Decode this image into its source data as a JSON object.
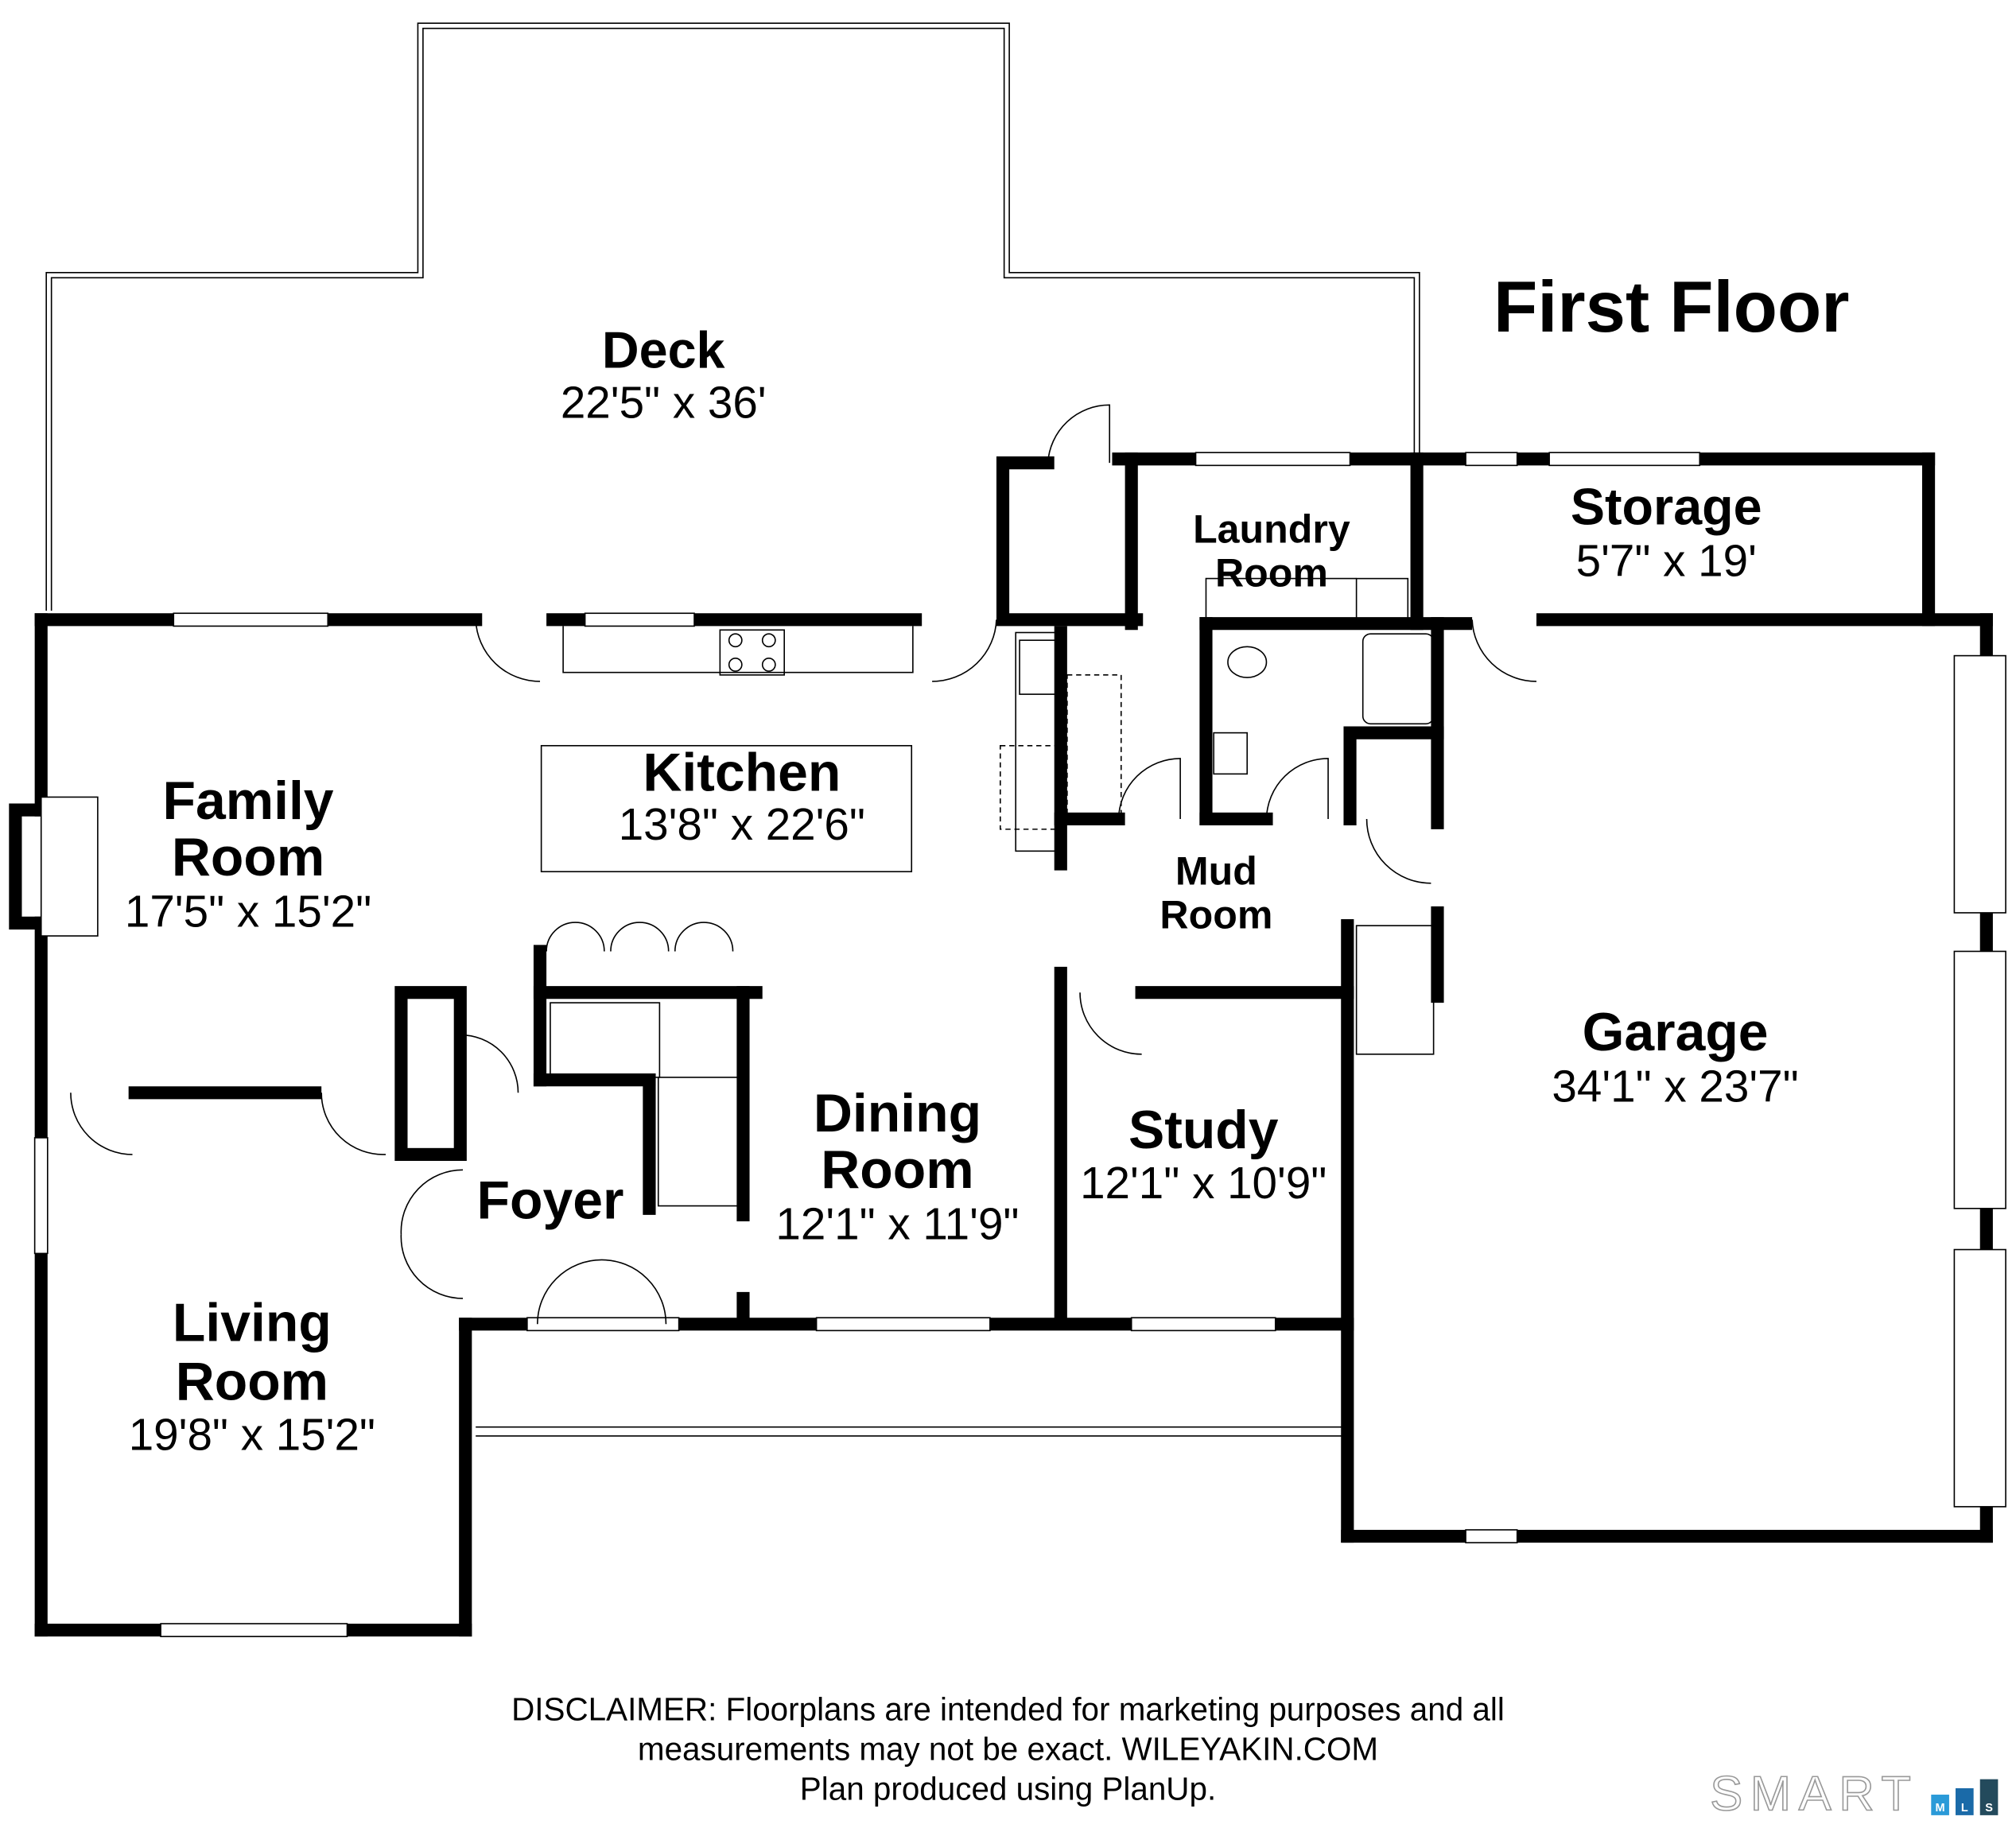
{
  "title": "First Floor",
  "rooms": {
    "deck": {
      "name": "Deck",
      "dims": "22'5\" x 36'"
    },
    "laundry": {
      "name1": "Laundry",
      "name2": "Room"
    },
    "storage": {
      "name": "Storage",
      "dims": "5'7\" x 19'"
    },
    "kitchen": {
      "name": "Kitchen",
      "dims": "13'8\" x 22'6\""
    },
    "family": {
      "name1": "Family",
      "name2": "Room",
      "dims": "17'5\" x 15'2\""
    },
    "mud": {
      "name1": "Mud",
      "name2": "Room"
    },
    "garage": {
      "name": "Garage",
      "dims": "34'1\" x 23'7\""
    },
    "dining": {
      "name1": "Dining",
      "name2": "Room",
      "dims": "12'1\" x 11'9\""
    },
    "study": {
      "name": "Study",
      "dims": "12'1\" x 10'9\""
    },
    "foyer": {
      "name": "Foyer"
    },
    "living": {
      "name1": "Living",
      "name2": "Room",
      "dims": "19'8\" x 15'2\""
    }
  },
  "disclaimer": {
    "line1": "DISCLAIMER: Floorplans are intended for marketing purposes and all",
    "line2": "measurements may not be exact. WILEYAKIN.COM",
    "line3": "Plan produced using PlanUp."
  },
  "logo": {
    "text": "SMART",
    "letters": [
      "M",
      "L",
      "S"
    ],
    "colors": [
      "#2a9ad8",
      "#1a6aa8",
      "#234a5c"
    ]
  }
}
